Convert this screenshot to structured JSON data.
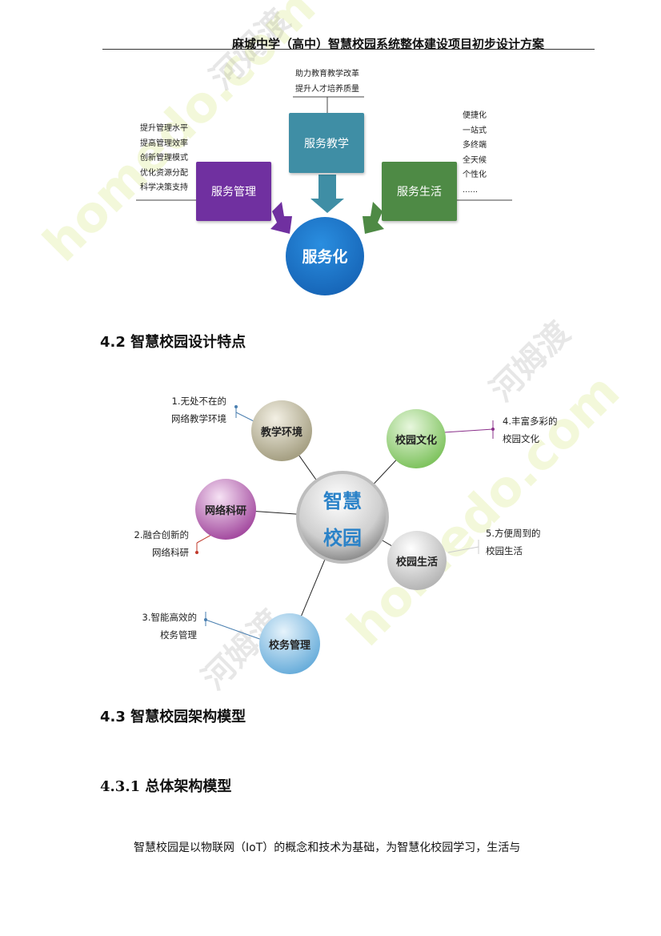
{
  "header": {
    "title": "麻城中学（高中）智慧校园系统整体建设项目初步设计方案"
  },
  "diagram1": {
    "teaching": {
      "label": "服务教学",
      "notes": [
        "助力教育教学改革",
        "提升人才培养质量"
      ]
    },
    "management": {
      "label": "服务管理",
      "notes": [
        "提升管理水平",
        "提高管理效率",
        "创新管理模式",
        "优化资源分配",
        "科学决策支持"
      ]
    },
    "life": {
      "label": "服务生活",
      "notes": [
        "便捷化",
        "一站式",
        "多终端",
        "全天候",
        "个性化",
        "......"
      ]
    },
    "center": {
      "label": "服务化"
    },
    "colors": {
      "teaching": "#3f8ea5",
      "management": "#7030a0",
      "life": "#4e8a45",
      "center": "#1f78c9"
    }
  },
  "section_4_2": {
    "title": "4.2 智慧校园设计特点"
  },
  "diagram2": {
    "center": {
      "line1": "智慧",
      "line2": "校园"
    },
    "nodes": {
      "env": {
        "label": "教学环境",
        "note_line1": "1.无处不在的",
        "note_line2": "网络教学环境"
      },
      "culture": {
        "label": "校园文化",
        "note_line1": "4.丰富多彩的",
        "note_line2": "校园文化"
      },
      "research": {
        "label": "网络科研",
        "note_line1": "2.融合创新的",
        "note_line2": "网络科研"
      },
      "life": {
        "label": "校园生活",
        "note_line1": "5.方便周到的",
        "note_line2": "校园生活"
      },
      "affairs": {
        "label": "校务管理",
        "note_line1": "3.智能高效的",
        "note_line2": "校务管理"
      }
    }
  },
  "section_4_3": {
    "title": "4.3 智慧校园架构模型"
  },
  "section_4_3_1": {
    "title": "4.3.1 总体架构模型"
  },
  "body": {
    "paragraph": "智慧校园是以物联网（IoT）的概念和技术为基础，为智慧化校园学习，生活与"
  },
  "watermark": {
    "text1": "homedo.com",
    "text2": "河姆渡"
  }
}
